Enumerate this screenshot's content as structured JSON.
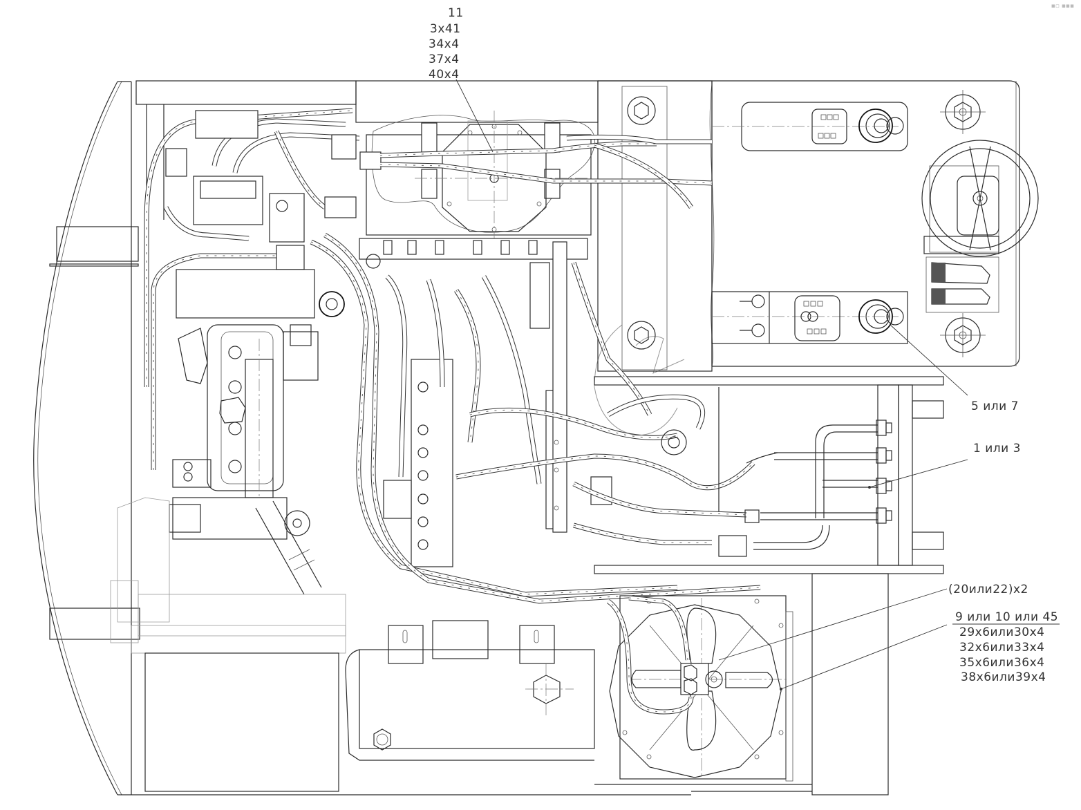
{
  "drawing": {
    "type": "technical assembly drawing",
    "subject": "machine chassis top view: engine, hydraulic hoses, valves, cooling fan, operator controls",
    "line_color": "#2a2a2a",
    "background": "#ffffff"
  },
  "callouts": {
    "top_center": {
      "lines": [
        "11",
        "3x41",
        "34x4",
        "37x4",
        "40x4"
      ]
    },
    "joystick_right": {
      "text": "5 или 7"
    },
    "hydraulic_fittings": {
      "text": "1 или 3"
    },
    "fan_bolts": {
      "text": "(20или22)x2"
    },
    "fan_assembly": {
      "header": "9 или 10 или 45",
      "lines": [
        "29x6или30x4",
        "32x6или33x4",
        "35x6или36x4",
        "38x6или39x4"
      ]
    }
  },
  "components": {
    "engine": "engine-block",
    "control_valve_block": "hydraulic-valve-manifold",
    "pump_plate": "hydraulic-pump-mount",
    "cooling_fan": "radiator-fan",
    "steering_wheel": "steering-wheel",
    "left_joystick": "joystick-left",
    "right_joystick": "joystick-right",
    "pedals": "foot-pedals",
    "fuel_tank": "tank-cover",
    "fitting_block": "hose-fittings"
  },
  "corner_mark": "▪▫ ▪▪▪"
}
